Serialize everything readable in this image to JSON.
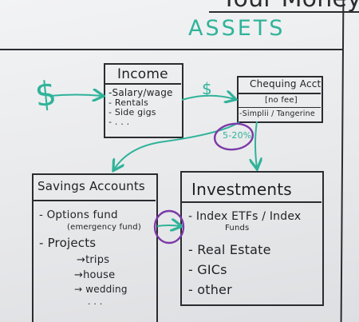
{
  "header": {
    "cropped_title": "Your Money",
    "section_title": "ASSETS"
  },
  "symbols": {
    "dollar_left": "$",
    "dollar_mid": "$"
  },
  "income": {
    "title": "Income",
    "items": [
      "-Salary/wage",
      "- Rentals",
      "- Side gigs",
      "- . . ."
    ]
  },
  "chequing": {
    "title": "Chequing Acct",
    "note": "[no fee]",
    "options": "-Simplii / Tangerine"
  },
  "split_label": "5-20%",
  "savings": {
    "title": "Savings Accounts",
    "options_fund": "- Options fund",
    "options_fund_note": "(emergency fund)",
    "projects": "- Projects",
    "project_items": [
      "→trips",
      "→house",
      "→ wedding",
      ". . ."
    ]
  },
  "investments": {
    "title": "Investments",
    "item1_line1": "- Index ETFs / Index",
    "item1_line2": "Funds",
    "item2": "- Real Estate",
    "item3": "- GICs",
    "item4": "- other"
  },
  "colors": {
    "ink": "#1f2124",
    "teal": "#2fb39a",
    "purple": "#7c3aa8",
    "board": "#e9eaec"
  }
}
